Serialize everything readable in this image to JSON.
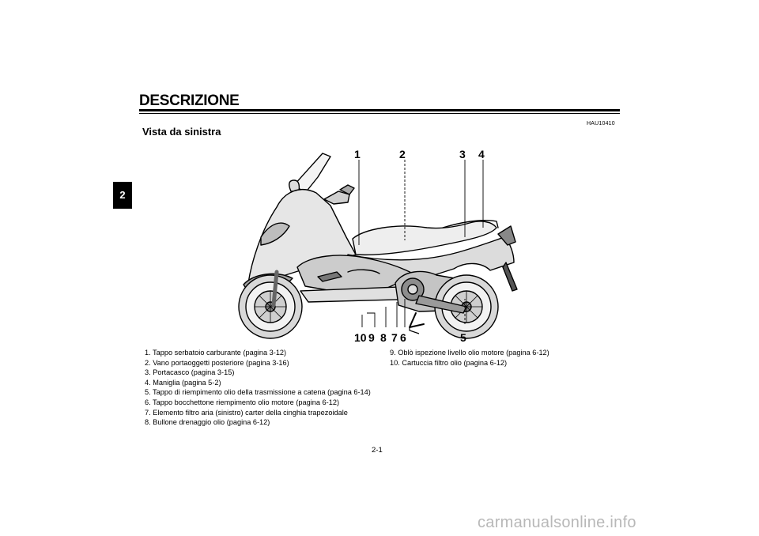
{
  "header": {
    "section_title": "DESCRIZIONE",
    "chapter_tab": "2"
  },
  "reference_code": "HAU10410",
  "subtitle": "Vista da sinistra",
  "figure": {
    "callouts_top": [
      "1",
      "2",
      "3",
      "4"
    ],
    "callouts_bottom": [
      "10",
      "9",
      "8",
      "7",
      "6",
      "5"
    ]
  },
  "legend": {
    "left": [
      "1. Tappo serbatoio carburante (pagina 3-12)",
      "2. Vano portaoggetti posteriore (pagina 3-16)",
      "3. Portacasco (pagina 3-15)",
      "4. Maniglia (pagina 5-2)",
      "5. Tappo di riempimento olio della trasmissione a catena (pagina 6-14)",
      "6. Tappo bocchettone riempimento olio motore (pagina 6-12)",
      "7. Elemento filtro aria (sinistro) carter della cinghia trapezoidale",
      "8. Bullone drenaggio olio (pagina 6-12)"
    ],
    "right": [
      "9. Oblò ispezione livello olio motore (pagina 6-12)",
      "10. Cartuccia filtro olio (pagina 6-12)"
    ]
  },
  "footer": {
    "page_number": "2-1",
    "watermark": "carmanualsonline.info"
  }
}
